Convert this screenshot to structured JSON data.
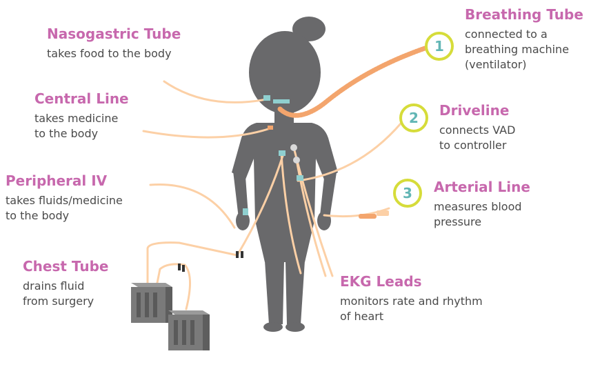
{
  "colors": {
    "title": "#c768ad",
    "text": "#4a4a4a",
    "figure": "#69696b",
    "tube": "#fcd0a6",
    "breathing_tube": "#f3a56d",
    "badge_ring": "#d6dc3a",
    "badge_number": "#62b6b5"
  },
  "labels": {
    "nasogastric": {
      "title": "Nasogastric Tube",
      "desc": "takes food to the body"
    },
    "central": {
      "title": "Central Line",
      "desc": "takes medicine\nto the body"
    },
    "peripheral": {
      "title": "Peripheral IV",
      "desc": "takes fluids/medicine\nto the body"
    },
    "chest": {
      "title": "Chest Tube",
      "desc": "drains fluid\nfrom surgery"
    },
    "breathing": {
      "title": "Breathing Tube",
      "desc": "connected to a\nbreathing machine\n(ventilator)",
      "number": "1"
    },
    "driveline": {
      "title": "Driveline",
      "desc": "connects VAD\nto controller",
      "number": "2"
    },
    "arterial": {
      "title": "Arterial Line",
      "desc": "measures blood\npressure",
      "number": "3"
    },
    "ekg": {
      "title": "EKG Leads",
      "desc": "monitors rate and rhythm\nof heart"
    }
  }
}
